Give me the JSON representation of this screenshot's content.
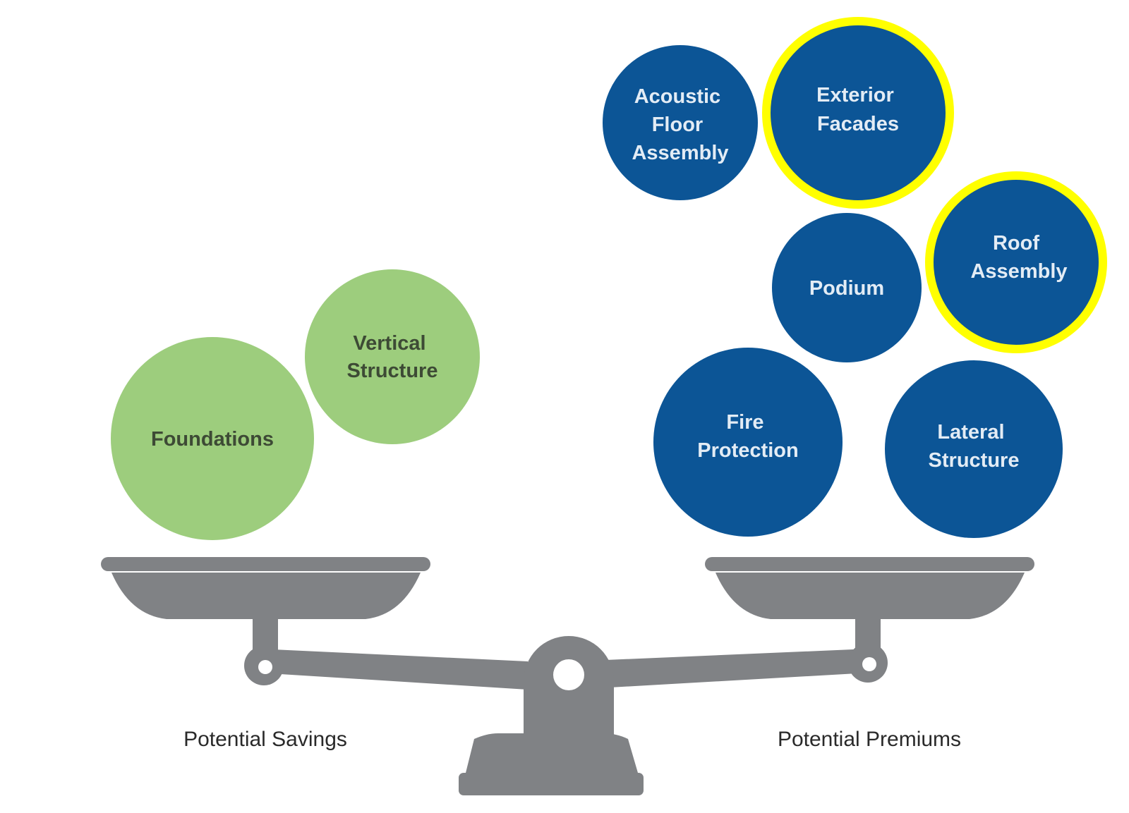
{
  "colors": {
    "savings_circle": "#9dcd7d",
    "savings_text": "#3d4a35",
    "premium_circle": "#0c5596",
    "premium_text": "#e3ecf5",
    "highlight_ring": "#ffff00",
    "scale": "#808285",
    "background": "#ffffff"
  },
  "savings": {
    "caption": "Potential Savings",
    "items": [
      {
        "id": "foundations",
        "lines": [
          "Foundations"
        ]
      },
      {
        "id": "vertical-structure",
        "lines": [
          "Vertical",
          "Structure"
        ]
      }
    ]
  },
  "premiums": {
    "caption": "Potential Premiums",
    "items": [
      {
        "id": "acoustic-floor-assembly",
        "lines": [
          "Acoustic",
          "Floor",
          "Assembly"
        ],
        "highlighted": false
      },
      {
        "id": "exterior-facades",
        "lines": [
          "Exterior",
          "Facades"
        ],
        "highlighted": true
      },
      {
        "id": "podium",
        "lines": [
          "Podium"
        ],
        "highlighted": false
      },
      {
        "id": "roof-assembly",
        "lines": [
          "Roof",
          "Assembly"
        ],
        "highlighted": true
      },
      {
        "id": "fire-protection",
        "lines": [
          "Fire",
          "Protection"
        ],
        "highlighted": false
      },
      {
        "id": "lateral-structure",
        "lines": [
          "Lateral",
          "Structure"
        ],
        "highlighted": false
      }
    ]
  }
}
